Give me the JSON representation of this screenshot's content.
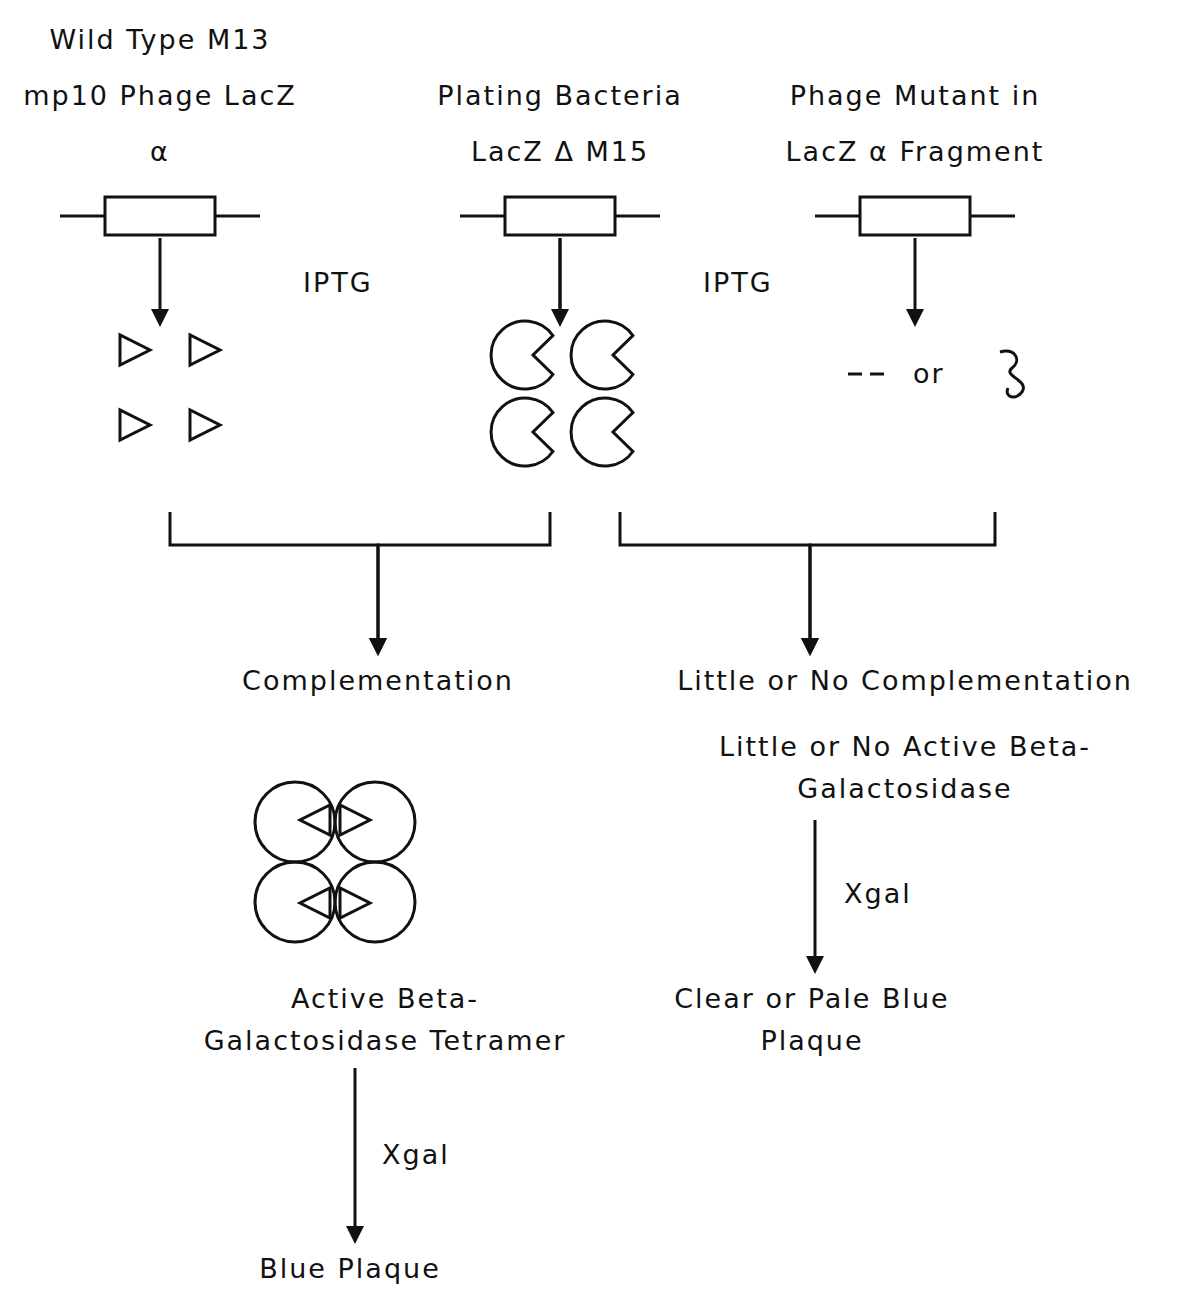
{
  "diagram": {
    "nodes": [
      {
        "text": [
          "Wild Type M13 mp10 Phage LacZ α"
        ]
      },
      {
        "text": [
          "Plating Bacteria LacZ Δ M15"
        ]
      },
      {
        "text": [
          "Phage Mutant in LacZ α Fragment"
        ]
      },
      {
        "text": [
          "Complementation"
        ]
      },
      {
        "text": [
          "Little or No Complementation",
          "Little or No Active Beta-Galactosidase"
        ]
      },
      {
        "text": [
          "Active Beta-Galactosidase Tetramer"
        ]
      },
      {
        "text": [
          "Blue Plaque"
        ]
      },
      {
        "text": [
          "Clear or Pale Blue Plaque"
        ]
      }
    ],
    "edges": [
      {
        "from": 0,
        "to": 3,
        "arrow": "to"
      },
      {
        "from": 1,
        "to": 3,
        "arrow": "to"
      },
      {
        "from": 1,
        "to": 4,
        "arrow": "to"
      },
      {
        "from": 2,
        "to": 4,
        "arrow": "to"
      },
      {
        "from": 5,
        "to": 6,
        "label": "Xgal",
        "arrow": "to"
      },
      {
        "from": 4,
        "to": 7,
        "label": "Xgal",
        "arrow": "to"
      }
    ],
    "labels": [
      "IPTG",
      "IPTG",
      "or"
    ]
  }
}
